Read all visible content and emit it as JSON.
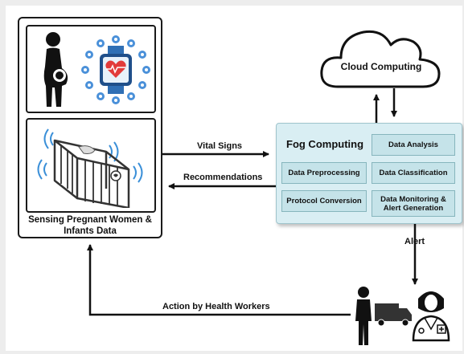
{
  "left_panel": {
    "label": "Sensing Pregnant Women & Infants Data",
    "icons": [
      "pregnant-woman-icon",
      "smartwatch-heart-icon",
      "health-app-ring-icon",
      "baby-crib-sensor-icon"
    ]
  },
  "cloud": {
    "label": "Cloud Computing",
    "icon": "cloud-icon"
  },
  "fog": {
    "title": "Fog Computing",
    "cells": {
      "data_analysis": "Data Analysis",
      "data_preprocessing": "Data Preprocessing",
      "data_classification": "Data Classification",
      "protocol_conversion": "Protocol Conversion",
      "data_monitoring": "Data Monitoring & Alert Generation"
    }
  },
  "arrows": {
    "vital_signs": "Vital Signs",
    "recommendations": "Recommendations",
    "alert": "Alert",
    "action": "Action by Health Workers"
  },
  "health_workers": {
    "icons": [
      "health-worker-man-icon",
      "ambulance-icon",
      "nurse-icon"
    ]
  },
  "colors": {
    "fog_fill": "#d9eef3",
    "fog_cell": "#c5e3e9",
    "accent_blue": "#3a8fd8",
    "heart_red": "#e23b3b"
  }
}
